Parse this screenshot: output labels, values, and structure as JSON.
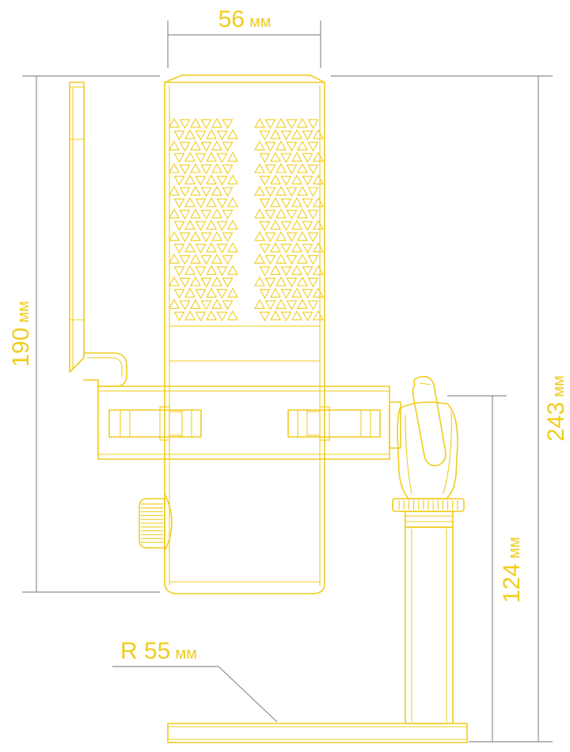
{
  "colors": {
    "drawing": "#f0cc1e",
    "dimension_line": "#8e8e8e",
    "background": "#ffffff"
  },
  "dimensions": {
    "width": {
      "value": "56",
      "unit": "мм"
    },
    "mic_height": {
      "value": "190",
      "unit": "мм"
    },
    "total_height": {
      "value": "243",
      "unit": "мм"
    },
    "stand_height": {
      "value": "124",
      "unit": "мм"
    },
    "base_radius": {
      "value": "R 55",
      "unit": "мм"
    }
  }
}
